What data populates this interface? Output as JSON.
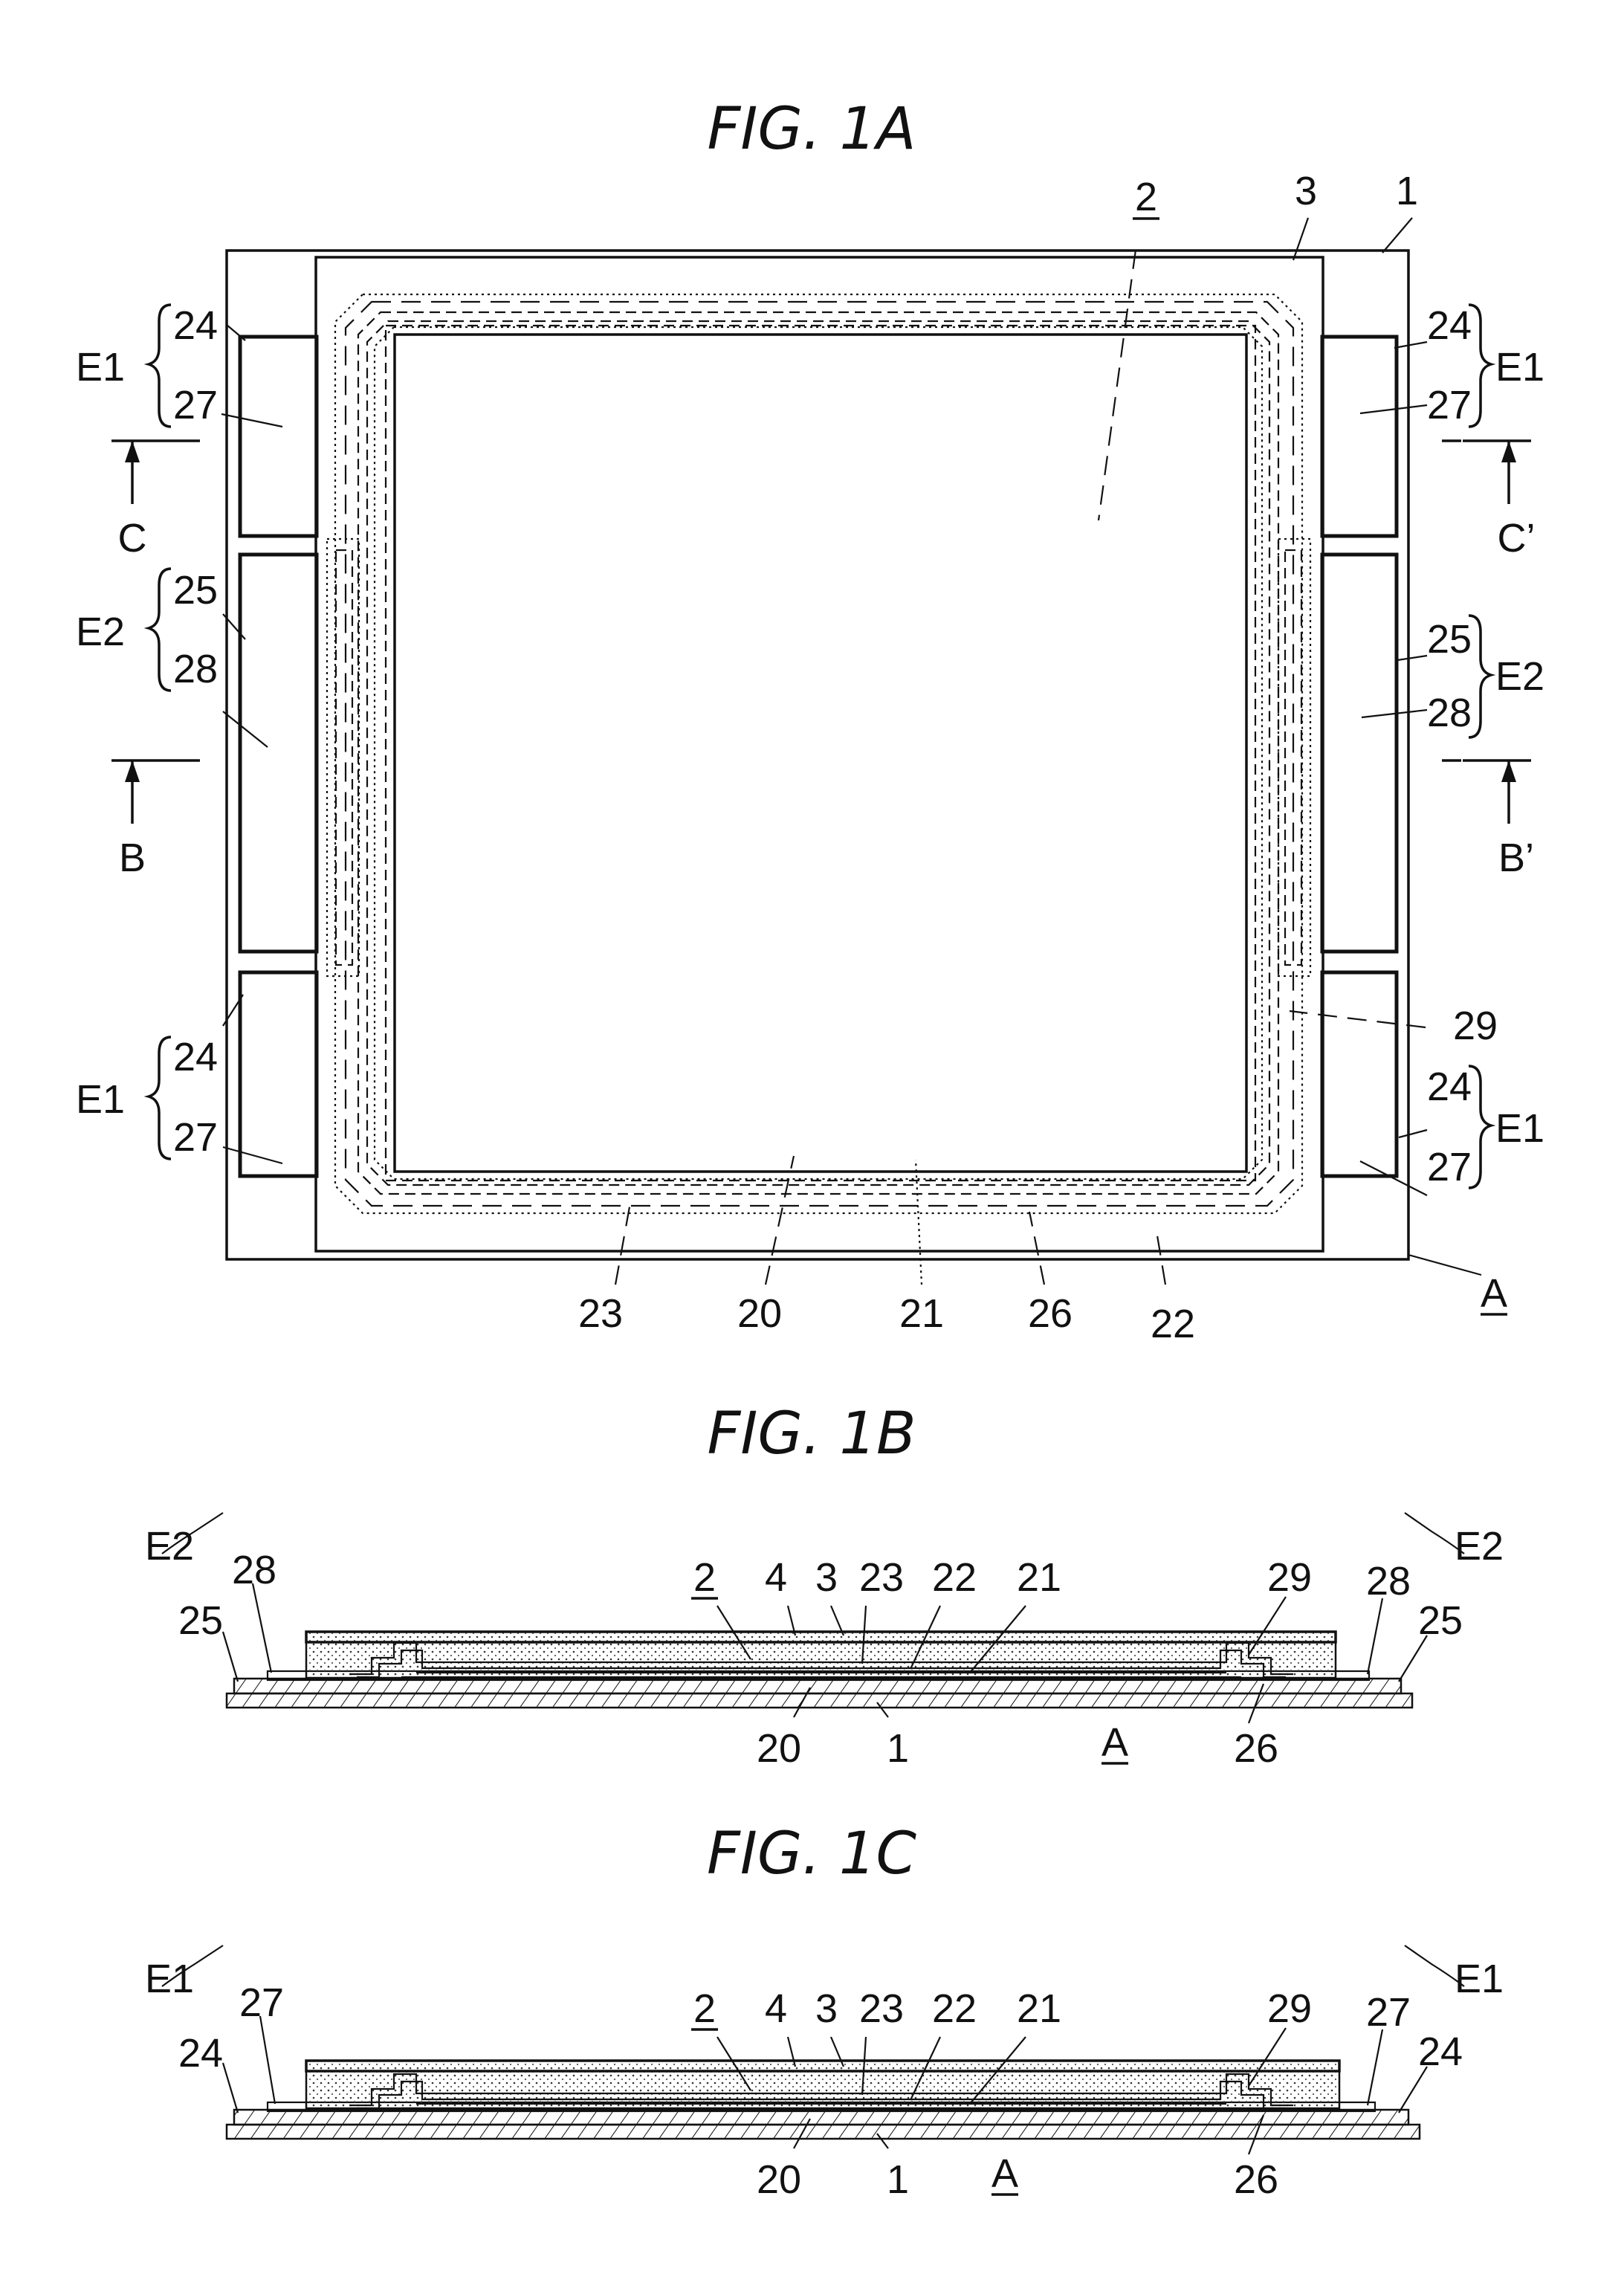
{
  "figures": {
    "fig_1a": "FIG. 1A",
    "fig_1b": "FIG. 1B",
    "fig_1c": "FIG. 1C"
  },
  "labels_1a": {
    "n2": "2",
    "n3": "3",
    "n1": "1",
    "e1_top_l": "E1",
    "n24_top_l": "24",
    "n27_top_l": "27",
    "e1_top_r": "E1",
    "n24_top_r": "24",
    "n27_top_r": "27",
    "c": "C",
    "c_prime": "C’",
    "e2_l": "E2",
    "n25_l": "25",
    "n28_l": "28",
    "e2_r": "E2",
    "n25_r": "25",
    "n28_r": "28",
    "b": "B",
    "b_prime": "B’",
    "e1_bot_l": "E1",
    "n24_bot_l": "24",
    "n27_bot_l": "27",
    "e1_bot_r": "E1",
    "n24_bot_r": "24",
    "n27_bot_r": "27",
    "n29": "29",
    "n23": "23",
    "n20": "20",
    "n21": "21",
    "n26": "26",
    "n22": "22",
    "a": "A"
  },
  "labels_1b": {
    "e2_l": "E2",
    "n28_l": "28",
    "n25_l": "25",
    "n2": "2",
    "n4": "4",
    "n3": "3",
    "n23": "23",
    "n22": "22",
    "n21": "21",
    "n29": "29",
    "n28_r": "28",
    "e2_r": "E2",
    "n25_r": "25",
    "n20": "20",
    "n1": "1",
    "a": "A",
    "n26": "26"
  },
  "labels_1c": {
    "e1_l": "E1",
    "n27_l": "27",
    "n24_l": "24",
    "n2": "2",
    "n4": "4",
    "n3": "3",
    "n23": "23",
    "n22": "22",
    "n21": "21",
    "n29": "29",
    "n27_r": "27",
    "e1_r": "E1",
    "n24_r": "24",
    "n20": "20",
    "n1": "1",
    "a": "A",
    "n26": "26"
  }
}
